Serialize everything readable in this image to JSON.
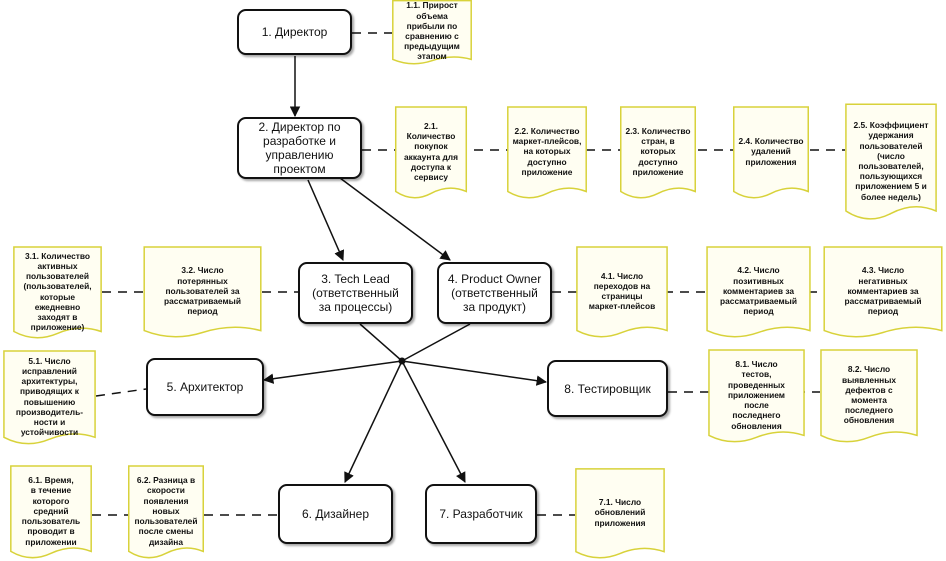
{
  "roles": {
    "director": "1. Директор",
    "dev_director": "2. Директор по разработке и управлению проектом",
    "tech_lead": "3. Tech Lead (ответственный за процессы)",
    "product_owner": "4. Product Owner (ответственный за продукт)",
    "architect": "5. Архитектор",
    "designer": "6. Дизайнер",
    "developer": "7. Разработчик",
    "tester": "8. Тестировщик"
  },
  "metrics": {
    "m1_1": "1.1. Прирост\nобъема\nприбыли по\nсравнению с\nпредыдущим\nэтапом",
    "m2_1": "2.1. Количество\nпокупок\nаккаунта для\nдоступа к\nсервису",
    "m2_2": "2.2. Количество\nмаркет-плейсов,\nна которых\nдоступно\nприложение",
    "m2_3": "2.3. Количество\nстран, в которых\nдоступно\nприложение",
    "m2_4": "2.4. Количество\nудалений\nприложения",
    "m2_5": "2.5. Коэффициент\nудержания\nпользователей\n(число\nпользователей,\nпользующихся\nприложением 5 и\nболее недель)",
    "m3_1": "3.1. Количество\nактивных\nпользователей\n(пользователей,\nкоторые\nежедневно\nзаходят в\nприложение)",
    "m3_2": "3.2. Число\nпотерянных\nпользователей за\nрассматриваемый\nпериод",
    "m4_1": "4.1. Число\nпереходов на\nстраницы\nмаркет-плейсов",
    "m4_2": "4.2. Число\nпозитивных\nкомментариев за\nрассматриваемый\nпериод",
    "m4_3": "4.3. Число\nнегативных\nкомментариев за\nрассматриваемый\nпериод",
    "m5_1": "5.1. Число\nисправлений\nархитектуры,\nприводящих к\nповышению\nпроизводитель-\nности и\nустойчивости",
    "m6_1": "6.1. Время,\nв течение\nкоторого\nсредний\nпользователь\nпроводит в\nприложении",
    "m6_2": "6.2. Разница в\nскорости\nпоявления\nновых\nпользователей\nпосле смены\nдизайна",
    "m7_1": "7.1. Число\nобновлений\nприложения",
    "m8_1": "8.1. Число\nтестов,\nпроведенных\nприложением\nпосле\nпоследнего\nобновления",
    "m8_2": "8.2. Число\nвыявленных\nдефектов с\nмомента\nпоследнего\nобновления"
  },
  "colors": {
    "kpi_border": "#d8d23a",
    "kpi_fill": "#fffef2",
    "line": "#111111"
  }
}
